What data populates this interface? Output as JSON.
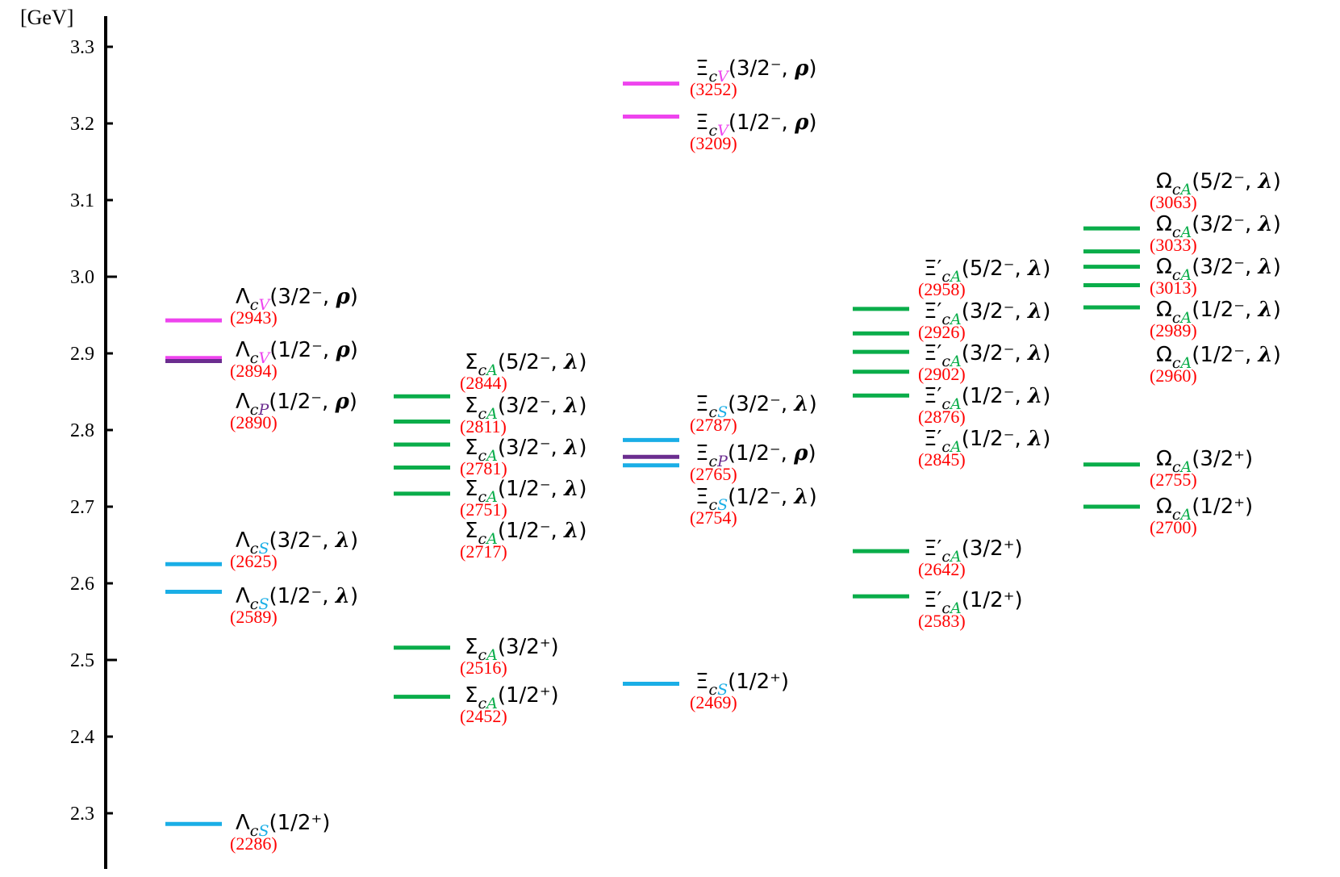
{
  "chart_data": {
    "type": "level-diagram",
    "y_unit": "[GeV]",
    "ylim": [
      2.22,
      3.34
    ],
    "y_ticks": [
      "2.3",
      "2.4",
      "2.5",
      "2.6",
      "2.7",
      "2.8",
      "2.9",
      "3.0",
      "3.1",
      "3.2",
      "3.3"
    ],
    "colors": {
      "S": "#1aaee6",
      "A": "#0aad4a",
      "V": "#ee44ee",
      "P": "#6b2d8f",
      "mass": "#ff0000"
    },
    "columns": [
      {
        "baryon": "Λ",
        "levels": [
          {
            "mass_MeV": 2943,
            "base": "Λ",
            "prime": "",
            "sub": "cV",
            "diquark": "V",
            "jp": "(3/2⁻, ",
            "mode": "ρ",
            "mass_label": "(2943)"
          },
          {
            "mass_MeV": 2894,
            "base": "Λ",
            "prime": "",
            "sub": "cV",
            "diquark": "V",
            "jp": "(1/2⁻, ",
            "mode": "ρ",
            "mass_label": "(2894)"
          },
          {
            "mass_MeV": 2890,
            "base": "Λ",
            "prime": "",
            "sub": "cP",
            "diquark": "P",
            "jp": "(1/2⁻, ",
            "mode": "ρ",
            "mass_label": "(2890)"
          },
          {
            "mass_MeV": 2625,
            "base": "Λ",
            "prime": "",
            "sub": "cS",
            "diquark": "S",
            "jp": "(3/2⁻, ",
            "mode": "λ",
            "mass_label": "(2625)"
          },
          {
            "mass_MeV": 2589,
            "base": "Λ",
            "prime": "",
            "sub": "cS",
            "diquark": "S",
            "jp": "(1/2⁻, ",
            "mode": "λ",
            "mass_label": "(2589)"
          },
          {
            "mass_MeV": 2286,
            "base": "Λ",
            "prime": "",
            "sub": "cS",
            "diquark": "S",
            "jp": "(1/2⁺)",
            "mode": "",
            "mass_label": "(2286)"
          }
        ]
      },
      {
        "baryon": "Σ",
        "levels": [
          {
            "mass_MeV": 2844,
            "base": "Σ",
            "prime": "",
            "sub": "cA",
            "diquark": "A",
            "jp": "(5/2⁻, ",
            "mode": "λ",
            "mass_label": "(2844)"
          },
          {
            "mass_MeV": 2811,
            "base": "Σ",
            "prime": "",
            "sub": "cA",
            "diquark": "A",
            "jp": "(3/2⁻, ",
            "mode": "λ",
            "mass_label": "(2811)"
          },
          {
            "mass_MeV": 2781,
            "base": "Σ",
            "prime": "",
            "sub": "cA",
            "diquark": "A",
            "jp": "(3/2⁻, ",
            "mode": "λ",
            "mass_label": "(2781)"
          },
          {
            "mass_MeV": 2751,
            "base": "Σ",
            "prime": "",
            "sub": "cA",
            "diquark": "A",
            "jp": "(1/2⁻, ",
            "mode": "λ",
            "mass_label": "(2751)"
          },
          {
            "mass_MeV": 2717,
            "base": "Σ",
            "prime": "",
            "sub": "cA",
            "diquark": "A",
            "jp": "(1/2⁻, ",
            "mode": "λ",
            "mass_label": "(2717)"
          },
          {
            "mass_MeV": 2516,
            "base": "Σ",
            "prime": "",
            "sub": "cA",
            "diquark": "A",
            "jp": "(3/2⁺)",
            "mode": "",
            "mass_label": "(2516)"
          },
          {
            "mass_MeV": 2452,
            "base": "Σ",
            "prime": "",
            "sub": "cA",
            "diquark": "A",
            "jp": "(1/2⁺)",
            "mode": "",
            "mass_label": "(2452)"
          }
        ]
      },
      {
        "baryon": "Ξ",
        "levels": [
          {
            "mass_MeV": 3252,
            "base": "Ξ",
            "prime": "",
            "sub": "cV",
            "diquark": "V",
            "jp": "(3/2⁻, ",
            "mode": "ρ",
            "mass_label": "(3252)"
          },
          {
            "mass_MeV": 3209,
            "base": "Ξ",
            "prime": "",
            "sub": "cV",
            "diquark": "V",
            "jp": "(1/2⁻, ",
            "mode": "ρ",
            "mass_label": "(3209)"
          },
          {
            "mass_MeV": 2787,
            "base": "Ξ",
            "prime": "",
            "sub": "cS",
            "diquark": "S",
            "jp": "(3/2⁻, ",
            "mode": "λ",
            "mass_label": "(2787)"
          },
          {
            "mass_MeV": 2765,
            "base": "Ξ",
            "prime": "",
            "sub": "cP",
            "diquark": "P",
            "jp": "(1/2⁻, ",
            "mode": "ρ",
            "mass_label": "(2765)"
          },
          {
            "mass_MeV": 2754,
            "base": "Ξ",
            "prime": "",
            "sub": "cS",
            "diquark": "S",
            "jp": "(1/2⁻, ",
            "mode": "λ",
            "mass_label": "(2754)"
          },
          {
            "mass_MeV": 2469,
            "base": "Ξ",
            "prime": "",
            "sub": "cS",
            "diquark": "S",
            "jp": "(1/2⁺)",
            "mode": "",
            "mass_label": "(2469)"
          }
        ]
      },
      {
        "baryon": "Ξ′",
        "levels": [
          {
            "mass_MeV": 2958,
            "base": "Ξ",
            "prime": "′",
            "sub": "cA",
            "diquark": "A",
            "jp": "(5/2⁻, ",
            "mode": "λ",
            "mass_label": "(2958)"
          },
          {
            "mass_MeV": 2926,
            "base": "Ξ",
            "prime": "′",
            "sub": "cA",
            "diquark": "A",
            "jp": "(3/2⁻, ",
            "mode": "λ",
            "mass_label": "(2926)"
          },
          {
            "mass_MeV": 2902,
            "base": "Ξ",
            "prime": "′",
            "sub": "cA",
            "diquark": "A",
            "jp": "(3/2⁻, ",
            "mode": "λ",
            "mass_label": "(2902)"
          },
          {
            "mass_MeV": 2876,
            "base": "Ξ",
            "prime": "′",
            "sub": "cA",
            "diquark": "A",
            "jp": "(1/2⁻, ",
            "mode": "λ",
            "mass_label": "(2876)"
          },
          {
            "mass_MeV": 2845,
            "base": "Ξ",
            "prime": "′",
            "sub": "cA",
            "diquark": "A",
            "jp": "(1/2⁻, ",
            "mode": "λ",
            "mass_label": "(2845)"
          },
          {
            "mass_MeV": 2642,
            "base": "Ξ",
            "prime": "′",
            "sub": "cA",
            "diquark": "A",
            "jp": "(3/2⁺)",
            "mode": "",
            "mass_label": "(2642)"
          },
          {
            "mass_MeV": 2583,
            "base": "Ξ",
            "prime": "′",
            "sub": "cA",
            "diquark": "A",
            "jp": "(1/2⁺)",
            "mode": "",
            "mass_label": "(2583)"
          }
        ]
      },
      {
        "baryon": "Ω",
        "levels": [
          {
            "mass_MeV": 3063,
            "base": "Ω",
            "prime": "",
            "sub": "cA",
            "diquark": "A",
            "jp": "(5/2⁻, ",
            "mode": "λ",
            "mass_label": "(3063)"
          },
          {
            "mass_MeV": 3033,
            "base": "Ω",
            "prime": "",
            "sub": "cA",
            "diquark": "A",
            "jp": "(3/2⁻, ",
            "mode": "λ",
            "mass_label": "(3033)"
          },
          {
            "mass_MeV": 3013,
            "base": "Ω",
            "prime": "",
            "sub": "cA",
            "diquark": "A",
            "jp": "(3/2⁻, ",
            "mode": "λ",
            "mass_label": "(3013)"
          },
          {
            "mass_MeV": 2989,
            "base": "Ω",
            "prime": "",
            "sub": "cA",
            "diquark": "A",
            "jp": "(1/2⁻, ",
            "mode": "λ",
            "mass_label": "(2989)"
          },
          {
            "mass_MeV": 2960,
            "base": "Ω",
            "prime": "",
            "sub": "cA",
            "diquark": "A",
            "jp": "(1/2⁻, ",
            "mode": "λ",
            "mass_label": "(2960)"
          },
          {
            "mass_MeV": 2755,
            "base": "Ω",
            "prime": "",
            "sub": "cA",
            "diquark": "A",
            "jp": "(3/2⁺)",
            "mode": "",
            "mass_label": "(2755)"
          },
          {
            "mass_MeV": 2700,
            "base": "Ω",
            "prime": "",
            "sub": "cA",
            "diquark": "A",
            "jp": "(1/2⁺)",
            "mode": "",
            "mass_label": "(2700)"
          }
        ]
      }
    ]
  }
}
